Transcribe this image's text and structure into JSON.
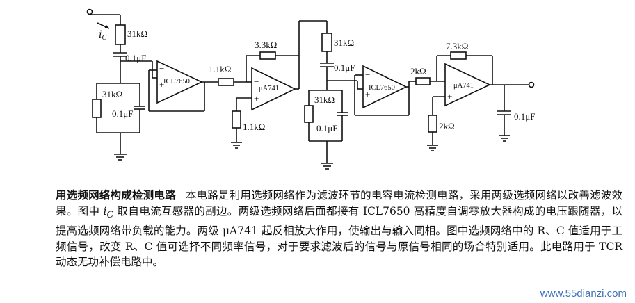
{
  "labels": {
    "ic": "i",
    "ic_sub": "C",
    "r_top1": "31kΩ",
    "c_top1": "0.1μF",
    "r_shunt1": "31kΩ",
    "c_shunt1": "0.1μF",
    "op1": "ICL7650",
    "r_in1": "1.1kΩ",
    "r_fb1": "3.3kΩ",
    "op2": "μA741",
    "r_gnd1": "1.1kΩ",
    "r_top2": "31kΩ",
    "c_top2": "0.1μF",
    "r_shunt2": "31kΩ",
    "c_shunt2": "0.1μF",
    "op3": "ICL7650",
    "r_in2": "2kΩ",
    "r_fb2": "7.3kΩ",
    "op4": "μA741",
    "r_gnd2": "2kΩ",
    "c_out": "0.1μF",
    "minus": "−",
    "plus": "+"
  },
  "caption": {
    "title": "用选频网络构成检测电路",
    "p1": "本电路是利用选频网络作为滤波环节的电容电流检测电路，采用两级选频网络以改善滤波效果。图中 ",
    "ic": "i",
    "ic_sub": "C",
    "p2": " 取自电流互感器的副边。两级选频网络后面都接有 ICL7650 高精度自调零放大器构成的电压跟随器，以提高选频网络带负载的能力。两级 μA741 起反相放大作用，使输出与输入同相。图中选频网络中的 R、C 值适用于工频信号，改变 R、C 值可选择不同频率信号，对于要求滤波后的信号与原信号相同的场合特别适用。此电路用于 TCR 动态无功补偿电路中。"
  },
  "watermark": "www.55dianzi.com"
}
